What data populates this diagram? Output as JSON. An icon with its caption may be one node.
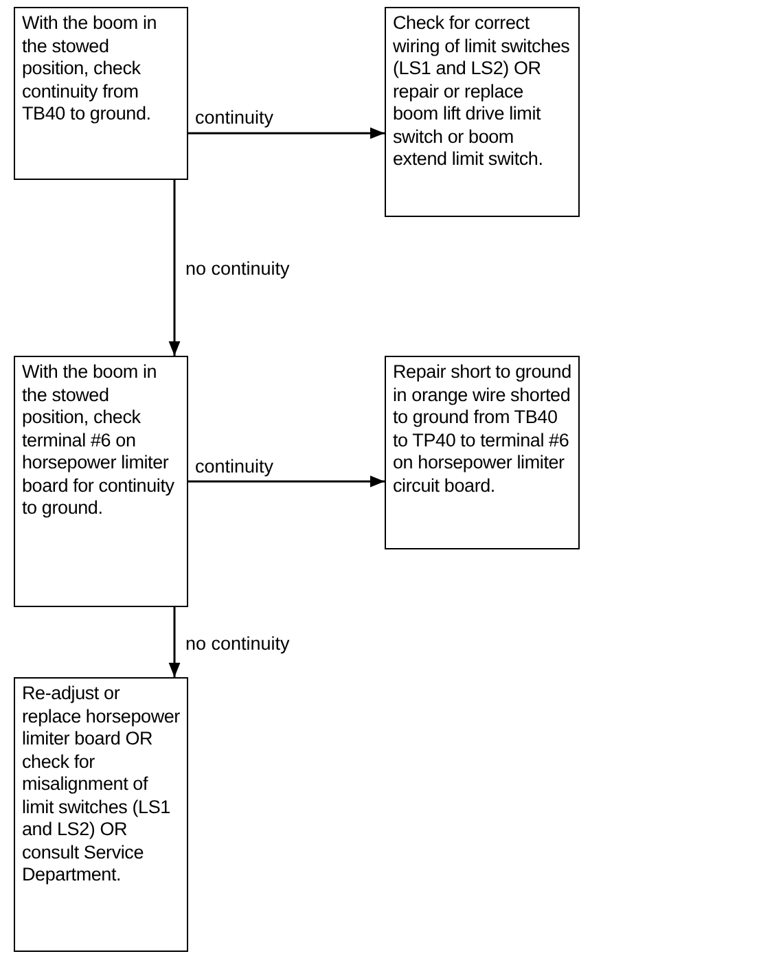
{
  "diagram": {
    "nodes": [
      {
        "text": [
          "With the boom in the stowed position, check continuity from TB40 to ground."
        ]
      },
      {
        "text": [
          "Check for correct wiring of limit switches (LS1 and LS2) OR repair or replace boom lift drive limit switch or boom extend limit switch."
        ]
      },
      {
        "text": [
          "With the boom in the stowed position, check terminal #6 on horsepower limiter board for continuity to ground."
        ]
      },
      {
        "text": [
          "Repair short to ground in orange wire shorted to ground from TB40 to TP40 to terminal #6 on horsepower limiter circuit board."
        ]
      },
      {
        "text": [
          "Re-adjust or replace horsepower limiter board OR check for misalignment of limit switches (LS1 and LS2) OR consult Service Department."
        ]
      }
    ],
    "edges": [
      {
        "from": 0,
        "to": 1,
        "arrow": "to",
        "label": "continuity"
      },
      {
        "from": 0,
        "to": 2,
        "arrow": "to",
        "label": "no continuity"
      },
      {
        "from": 2,
        "to": 3,
        "arrow": "to",
        "label": "continuity"
      },
      {
        "from": 2,
        "to": 4,
        "arrow": "to",
        "label": "no continuity"
      }
    ]
  }
}
